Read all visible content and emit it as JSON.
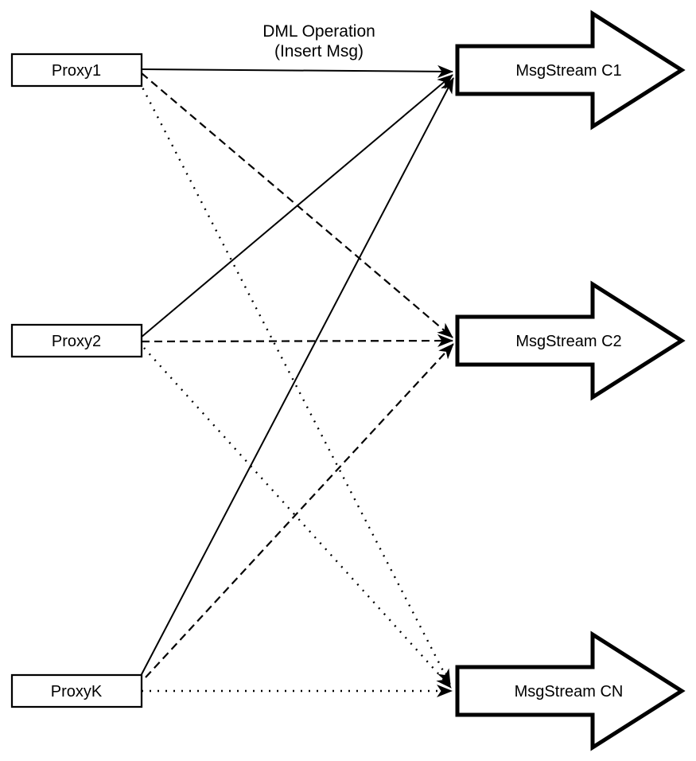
{
  "diagram": {
    "title": {
      "line1": "DML Operation",
      "line2": "(Insert Msg)"
    },
    "proxies": [
      {
        "label": "Proxy1"
      },
      {
        "label": "Proxy2"
      },
      {
        "label": "ProxyK"
      }
    ],
    "streams": [
      {
        "label": "MsgStream C1"
      },
      {
        "label": "MsgStream C2"
      },
      {
        "label": "MsgStream CN"
      }
    ],
    "connections": [
      {
        "from": "Proxy1",
        "to": "MsgStream C1",
        "style": "solid"
      },
      {
        "from": "Proxy1",
        "to": "MsgStream C2",
        "style": "dashed"
      },
      {
        "from": "Proxy1",
        "to": "MsgStream CN",
        "style": "dotted"
      },
      {
        "from": "Proxy2",
        "to": "MsgStream C1",
        "style": "solid"
      },
      {
        "from": "Proxy2",
        "to": "MsgStream C2",
        "style": "dashed"
      },
      {
        "from": "Proxy2",
        "to": "MsgStream CN",
        "style": "dotted"
      },
      {
        "from": "ProxyK",
        "to": "MsgStream C1",
        "style": "solid"
      },
      {
        "from": "ProxyK",
        "to": "MsgStream C2",
        "style": "dashed"
      },
      {
        "from": "ProxyK",
        "to": "MsgStream CN",
        "style": "dotted"
      }
    ],
    "colors": {
      "stroke": "#000000",
      "fill": "#ffffff",
      "background": "#ffffff"
    }
  }
}
